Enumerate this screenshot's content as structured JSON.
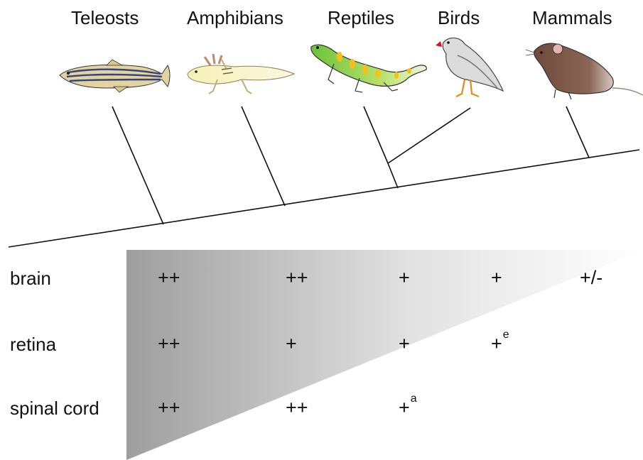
{
  "taxa": [
    "Teleosts",
    "Amphibians",
    "Reptiles",
    "Birds",
    "Mammals"
  ],
  "tissues": [
    "brain",
    "retina",
    "spinal cord"
  ],
  "scores": {
    "brain": [
      "++",
      "++",
      "+",
      "+",
      "+/-"
    ],
    "retina": [
      "++",
      "+",
      "+",
      "+",
      ""
    ],
    "spinal_cord": [
      "++",
      "++",
      "+",
      "",
      ""
    ]
  },
  "footnotes": {
    "retina_birds": "e",
    "spinal_cord_reptiles": "a"
  },
  "colors": {
    "gradient_dark": "#9e9e9e",
    "gradient_light": "#ffffff",
    "line": "#111111"
  },
  "icons": [
    "zebrafish-icon",
    "axolotl-icon",
    "lizard-icon",
    "finch-icon",
    "mouse-icon"
  ]
}
